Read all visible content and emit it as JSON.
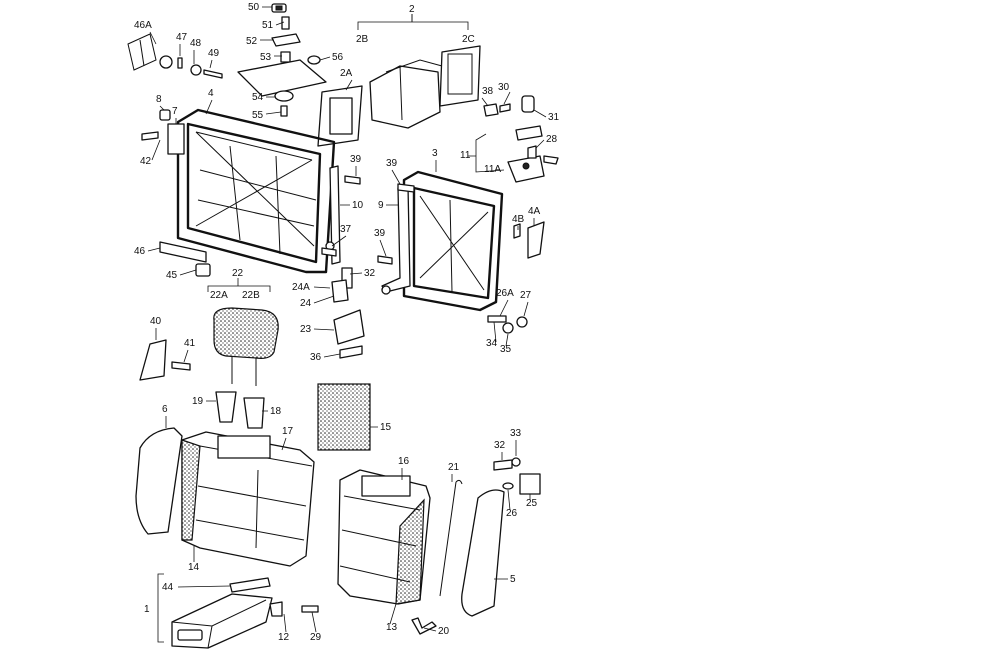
{
  "diagram": {
    "callouts": [
      {
        "id": "c50",
        "text": "50"
      },
      {
        "id": "c51",
        "text": "51"
      },
      {
        "id": "c52",
        "text": "52"
      },
      {
        "id": "c53",
        "text": "53"
      },
      {
        "id": "c56",
        "text": "56"
      },
      {
        "id": "c54",
        "text": "54"
      },
      {
        "id": "c55",
        "text": "55"
      },
      {
        "id": "c2",
        "text": "2"
      },
      {
        "id": "c2B",
        "text": "2B"
      },
      {
        "id": "c2C",
        "text": "2C"
      },
      {
        "id": "c2A",
        "text": "2A"
      },
      {
        "id": "c38",
        "text": "38"
      },
      {
        "id": "c30",
        "text": "30"
      },
      {
        "id": "c31",
        "text": "31"
      },
      {
        "id": "c28",
        "text": "28"
      },
      {
        "id": "c11",
        "text": "11"
      },
      {
        "id": "c11A",
        "text": "11A"
      },
      {
        "id": "c46A",
        "text": "46A"
      },
      {
        "id": "c47",
        "text": "47"
      },
      {
        "id": "c48",
        "text": "48"
      },
      {
        "id": "c49",
        "text": "49"
      },
      {
        "id": "c4",
        "text": "4"
      },
      {
        "id": "c8",
        "text": "8"
      },
      {
        "id": "c7",
        "text": "7"
      },
      {
        "id": "c42",
        "text": "42"
      },
      {
        "id": "c39a",
        "text": "39"
      },
      {
        "id": "c10",
        "text": "10"
      },
      {
        "id": "c37",
        "text": "37"
      },
      {
        "id": "c39b",
        "text": "39"
      },
      {
        "id": "c3",
        "text": "3"
      },
      {
        "id": "c9",
        "text": "9"
      },
      {
        "id": "c39c",
        "text": "39"
      },
      {
        "id": "c4B",
        "text": "4B"
      },
      {
        "id": "c4A",
        "text": "4A"
      },
      {
        "id": "c46",
        "text": "46"
      },
      {
        "id": "c45",
        "text": "45"
      },
      {
        "id": "c32a",
        "text": "32"
      },
      {
        "id": "c24A",
        "text": "24A"
      },
      {
        "id": "c24",
        "text": "24"
      },
      {
        "id": "c23",
        "text": "23"
      },
      {
        "id": "c36",
        "text": "36"
      },
      {
        "id": "c22",
        "text": "22"
      },
      {
        "id": "c22A",
        "text": "22A"
      },
      {
        "id": "c22B",
        "text": "22B"
      },
      {
        "id": "c26A",
        "text": "26A"
      },
      {
        "id": "c27",
        "text": "27"
      },
      {
        "id": "c34",
        "text": "34"
      },
      {
        "id": "c35",
        "text": "35"
      },
      {
        "id": "c40",
        "text": "40"
      },
      {
        "id": "c41",
        "text": "41"
      },
      {
        "id": "c19",
        "text": "19"
      },
      {
        "id": "c18",
        "text": "18"
      },
      {
        "id": "c6",
        "text": "6"
      },
      {
        "id": "c17",
        "text": "17"
      },
      {
        "id": "c15",
        "text": "15"
      },
      {
        "id": "c14",
        "text": "14"
      },
      {
        "id": "c16",
        "text": "16"
      },
      {
        "id": "c21",
        "text": "21"
      },
      {
        "id": "c32b",
        "text": "32"
      },
      {
        "id": "c33",
        "text": "33"
      },
      {
        "id": "c25",
        "text": "25"
      },
      {
        "id": "c26",
        "text": "26"
      },
      {
        "id": "c5",
        "text": "5"
      },
      {
        "id": "c13",
        "text": "13"
      },
      {
        "id": "c20",
        "text": "20"
      },
      {
        "id": "c44",
        "text": "44"
      },
      {
        "id": "c1",
        "text": "1"
      },
      {
        "id": "c12",
        "text": "12"
      },
      {
        "id": "c29",
        "text": "29"
      }
    ]
  }
}
